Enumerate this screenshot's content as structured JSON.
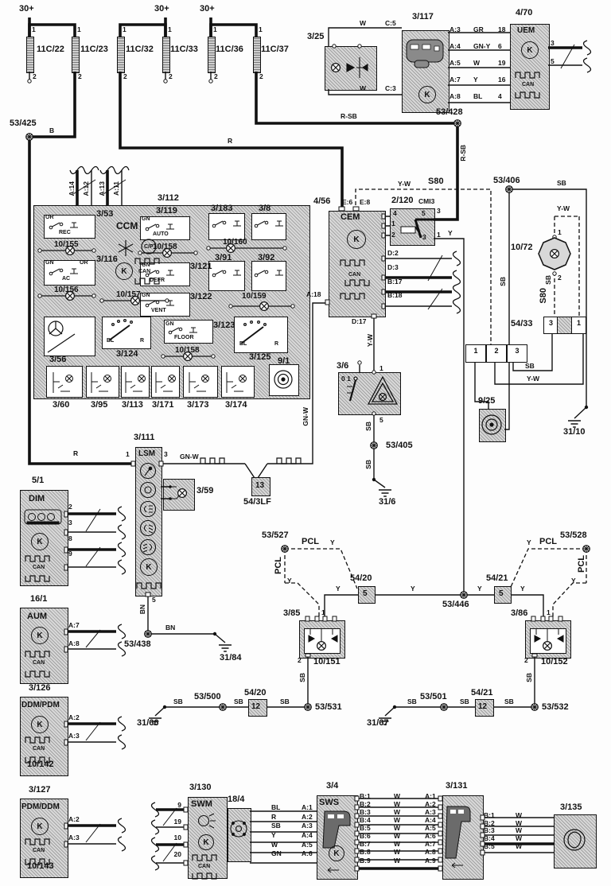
{
  "wire_colors": {
    "b": "B",
    "r": "R",
    "rsb": "R-SB",
    "w": "W",
    "gr": "GR",
    "gny": "GN-Y",
    "y": "Y",
    "bl": "BL",
    "yw": "Y-W",
    "sb": "SB",
    "gnw": "GN-W",
    "bn": "BN",
    "gn": "GN",
    "or": "OR",
    "pcl": "PCL"
  },
  "misc": {
    "s80": "S80",
    "feed": "30+"
  },
  "icons": {
    "k": "K",
    "can": "CAN",
    "cp": "C/P"
  },
  "fuses": {
    "f1": "11C/22",
    "f2": "11C/23",
    "f3": "11C/32",
    "f4": "11C/33",
    "f5": "11C/36",
    "f6": "11C/37",
    "pin1": "1",
    "pin2": "2"
  },
  "splices": {
    "s425": "53/425",
    "s428": "53/428",
    "s406": "53/406",
    "s405": "53/405",
    "s438": "53/438",
    "s446": "53/446",
    "s500": "53/500",
    "s501": "53/501",
    "s527": "53/527",
    "s528": "53/528",
    "s531": "53/531",
    "s532": "53/532"
  },
  "grounds": {
    "g31_10": "31/10",
    "g31_6": "31/6",
    "g31_84": "31/84",
    "g31_66": "31/66",
    "g31_67": "31/67"
  },
  "roof": {
    "lamp_id": "3/25",
    "console": {
      "id": "3/117",
      "pin_c5": "C:5",
      "pin_c3": "C:3",
      "pins_a": [
        "A:3",
        "A:4",
        "A:5",
        "A:7",
        "A:8"
      ],
      "wires": [
        "GR",
        "GN-Y",
        "W",
        "Y",
        "BL"
      ],
      "uem_pins": [
        "18",
        "6",
        "19",
        "16",
        "4"
      ]
    },
    "uem": {
      "id": "4/70",
      "name": "UEM",
      "pin3": "3",
      "pin5": "5"
    }
  },
  "ccm": {
    "id": "3/112",
    "name": "CCM",
    "pins_top": [
      "A:14",
      "A:12",
      "A:13",
      "A:11"
    ],
    "rec": {
      "id": "3/53",
      "label": "REC"
    },
    "ac": {
      "id": "3/116",
      "label": "AC"
    },
    "auto": {
      "id": "3/119",
      "label": "AUTO"
    },
    "defr": {
      "id": "3/121",
      "label": "DEFR"
    },
    "vent": {
      "id": "3/122",
      "label": "VENT"
    },
    "floor": {
      "id": "3/123",
      "label": "FLOOR"
    },
    "m183": "3/183",
    "m8": "3/8",
    "m91": "3/91",
    "m92": "3/92",
    "l155": "10/155",
    "l156": "10/156",
    "l157": "10/157",
    "l158": "10/158",
    "l159": "10/159",
    "l160": "10/160",
    "wheel": "3/56",
    "dial1": "3/124",
    "dial2": "3/125",
    "relays": [
      "3/60",
      "3/95",
      "3/113",
      "3/171",
      "3/173",
      "3/174"
    ],
    "buzzer": "9/1"
  },
  "cem": {
    "id": "4/56",
    "name": "CEM",
    "e6": "E:6",
    "e8": "E:8",
    "a18": "A:18",
    "d17": "D:17",
    "pins_d": [
      "D:2",
      "D:3",
      "B:17",
      "B:18"
    ]
  },
  "cmi": {
    "id": "2/120",
    "name": "CMI3",
    "c4": "4",
    "c5": "5",
    "c1": "1",
    "c2": "2",
    "c3": "3",
    "pin_top": "3",
    "pin_out": "1"
  },
  "relay_lamp": {
    "id": "10/72",
    "pin1": "1",
    "pin2": "2"
  },
  "conn54_33": {
    "id": "54/33",
    "c3": "3",
    "c1": "1"
  },
  "conn123": {
    "c1": "1",
    "c2": "2",
    "c3": "3"
  },
  "siren": {
    "id": "9/25"
  },
  "hazard": {
    "id": "3/6",
    "pos": "0 1",
    "pin1": "1",
    "pin5": "5"
  },
  "lsm": {
    "id": "3/111",
    "name": "LSM",
    "pin1": "1",
    "pin3": "3",
    "pin5": "5"
  },
  "lamp59": {
    "id": "3/59"
  },
  "conn54_3lf": {
    "id": "54/3LF",
    "pin": "13"
  },
  "dim": {
    "id": "5/1",
    "name": "DIM",
    "pins": [
      "2",
      "3",
      "8",
      "9"
    ]
  },
  "aum": {
    "id": "16/1",
    "name": "AUM",
    "pins": [
      "A:7",
      "A:8"
    ]
  },
  "ddm": {
    "id": "3/126",
    "name": "DDM/PDM",
    "sub": "10/142",
    "pins": [
      "A:2",
      "A:3"
    ]
  },
  "pdm": {
    "id": "3/127",
    "name": "PDM/DDM",
    "sub": "10/143",
    "pins": [
      "A:2",
      "A:3"
    ]
  },
  "turn_front_left": {
    "id": "3/85",
    "sub": "10/151",
    "pin1": "1",
    "pin2": "2"
  },
  "turn_front_right": {
    "id": "3/86",
    "sub": "10/152",
    "pin1": "1",
    "pin2": "2"
  },
  "conn54_20a": {
    "id": "54/20",
    "pin": "5"
  },
  "conn54_21a": {
    "id": "54/21",
    "pin": "5"
  },
  "conn54_20b": {
    "id": "54/20",
    "pin": "12"
  },
  "conn54_21b": {
    "id": "54/21",
    "pin": "12"
  },
  "swm": {
    "id": "3/130",
    "name": "SWM",
    "pins": [
      "9",
      "19",
      "10",
      "20"
    ]
  },
  "clockspring": {
    "id": "18/4"
  },
  "sws": {
    "id": "3/4",
    "name": "SWS",
    "wires": [
      "BL",
      "R",
      "SB",
      "Y",
      "W",
      "GN"
    ],
    "pins_a": [
      "A:1",
      "A:2",
      "A:3",
      "A:4",
      "A:5",
      "A:6"
    ],
    "pins_b": [
      "B:1",
      "B:2",
      "B:3",
      "B:4",
      "B:5",
      "B:6",
      "B:7",
      "B:8",
      "B:9"
    ]
  },
  "stalk131": {
    "id": "3/131",
    "pins_a": [
      "A:1",
      "A:2",
      "A:3",
      "A:4",
      "A:5",
      "A:6",
      "A:7",
      "A:8",
      "A:9"
    ],
    "pins_b": [
      "B:1",
      "B:2",
      "B:3",
      "B:4",
      "B:5"
    ]
  },
  "conn135": {
    "id": "3/135"
  }
}
